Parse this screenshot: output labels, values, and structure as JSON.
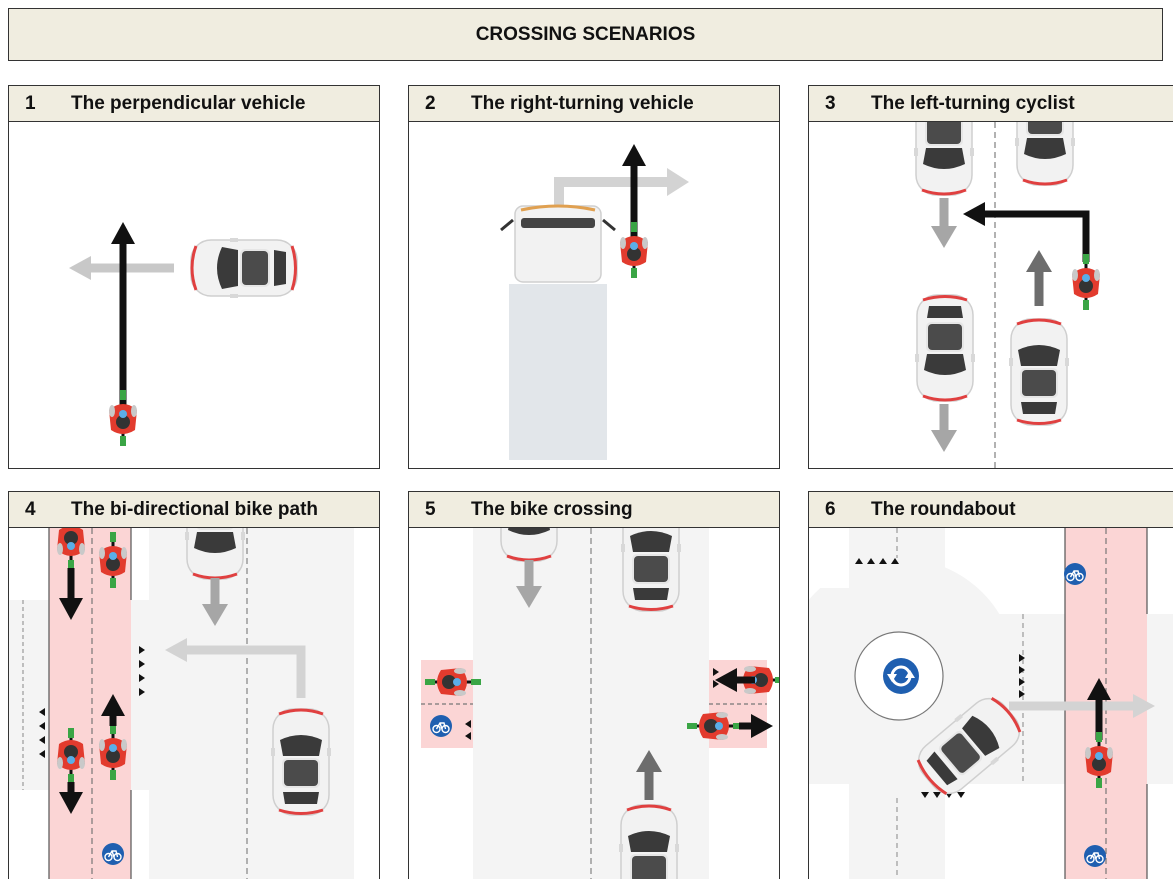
{
  "page": {
    "title": "CROSSING SCENARIOS"
  },
  "panels": [
    {
      "number": "1",
      "title": "The perpendicular vehicle"
    },
    {
      "number": "2",
      "title": "The right-turning vehicle"
    },
    {
      "number": "3",
      "title": "The left-turning cyclist"
    },
    {
      "number": "4",
      "title": "The bi-directional bike path"
    },
    {
      "number": "5",
      "title": "The bike crossing"
    },
    {
      "number": "6",
      "title": "The roundabout"
    }
  ],
  "colors": {
    "header_bg": "#f0ede0",
    "bike_lane": "#fbd5d5",
    "road": "#f4f4f4",
    "cyclist_red": "#e23b2e",
    "arrow_black": "#111111",
    "arrow_grey": "#a6a6a6",
    "sign_blue": "#1f5fb0"
  },
  "icons": [
    "car-icon",
    "truck-icon",
    "cyclist-icon",
    "bike-path-sign-icon",
    "roundabout-sign-icon"
  ]
}
